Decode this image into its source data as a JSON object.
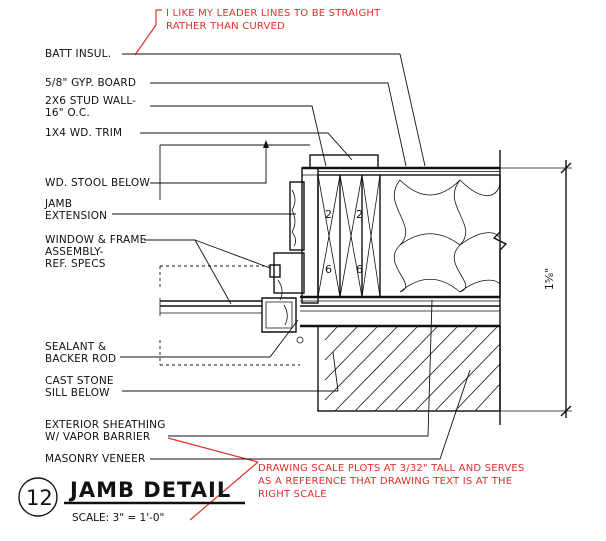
{
  "annotations": {
    "leader_note": [
      "I LIKE MY LEADER LINES TO BE STRAIGHT",
      "RATHER THAN CURVED"
    ],
    "scale_note": [
      "DRAWING SCALE PLOTS AT 3/32\" TALL AND SERVES",
      "AS A REFERENCE THAT DRAWING TEXT IS AT THE",
      "RIGHT SCALE"
    ]
  },
  "labels": {
    "batt_insul": "BATT INSUL.",
    "gyp_board": "5/8\" GYP. BOARD",
    "stud_wall": [
      "2X6 STUD WALL-",
      "16\" O.C."
    ],
    "trim": "1X4 WD. TRIM",
    "stool": "WD. STOOL BELOW",
    "jamb_ext": [
      "JAMB",
      "EXTENSION"
    ],
    "window": [
      "WINDOW & FRAME",
      "ASSEMBLY-",
      "REF. SPECS"
    ],
    "sealant": [
      "SEALANT &",
      "BACKER ROD"
    ],
    "cast_stone": [
      "CAST STONE",
      "SILL BELOW"
    ],
    "sheathing": [
      "EXTERIOR SHEATHING",
      "W/ VAPOR BARRIER"
    ],
    "masonry": "MASONRY VENEER"
  },
  "studs": [
    "2",
    "2",
    "6",
    "6"
  ],
  "dimension": "1⅝\"",
  "title_block": {
    "number": "12",
    "title": "JAMB DETAIL",
    "scale": "SCALE:  3\" = 1'-0\""
  },
  "colors": {
    "ink": "#111111",
    "redline": "#e0302a"
  }
}
